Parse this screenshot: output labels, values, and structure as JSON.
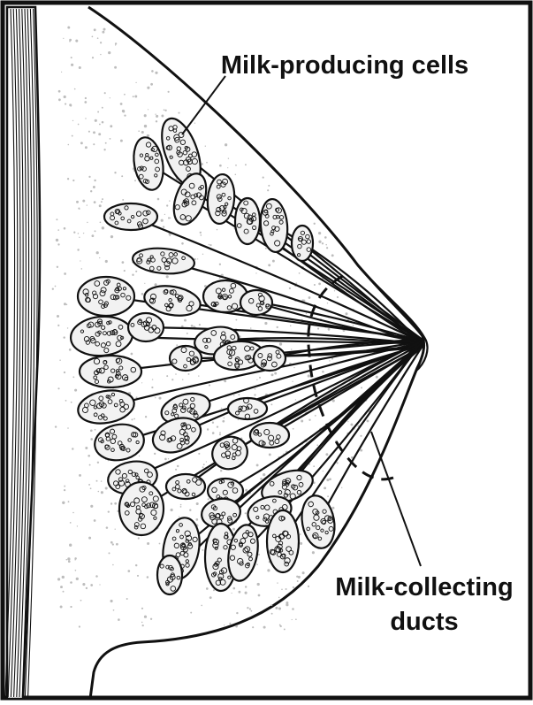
{
  "diagram": {
    "labels": {
      "cells": "Milk-producing cells",
      "ducts_line1": "Milk-collecting",
      "ducts_line2": "ducts"
    },
    "colors": {
      "ink": "#111111",
      "lobule_fill": "#f2f2f2",
      "fat_stipple": "#bdbdbd",
      "background": "#ffffff"
    }
  }
}
